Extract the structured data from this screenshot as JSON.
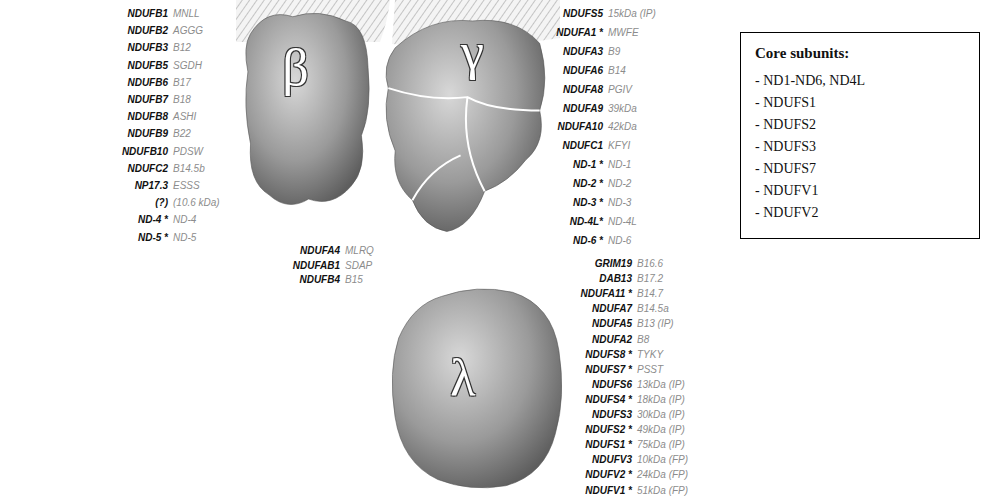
{
  "diagram": {
    "nodes": [
      {
        "text": [
          "β"
        ]
      },
      {
        "text": [
          "γ"
        ]
      },
      {
        "text": [
          "λ"
        ]
      },
      {
        "text": [
          "Core subunits:",
          "- ND1-ND6, ND4L",
          "- NDUFS1",
          "- NDUFS2",
          "- NDUFS3",
          "- NDUFS7",
          "- NDUFV1",
          "- NDUFV2"
        ]
      }
    ],
    "labels": [
      "NDUFB1",
      "MNLL",
      "NDUFB2",
      "AGGG",
      "NDUFB3",
      "B12",
      "NDUFB5",
      "SGDH",
      "NDUFB6",
      "B17",
      "NDUFB7",
      "B18",
      "NDUFB8",
      "ASHI",
      "NDUFB9",
      "B22",
      "NDUFB10",
      "PDSW",
      "NDUFC2",
      "B14.5b",
      "NP17.3",
      "ESSS",
      "(?)",
      "(10.6 kDa)",
      "ND-4 *",
      "ND-4",
      "ND-5 *",
      "ND-5",
      "NDUFA4",
      "MLRQ",
      "NDUFAB1",
      "SDAP",
      "NDUFB4",
      "B15",
      "NDUFS5",
      "15kDa (IP)",
      "NDUFA1 *",
      "MWFE",
      "NDUFA3",
      "B9",
      "NDUFA6",
      "B14",
      "NDUFA8",
      "PGIV",
      "NDUFA9",
      "39kDa",
      "NDUFA10",
      "42kDa",
      "NDUFC1",
      "KFYI",
      "ND-1 *",
      "ND-1",
      "ND-2 *",
      "ND-2",
      "ND-3 *",
      "ND-3",
      "ND-4L*",
      "ND-4L",
      "ND-6 *",
      "ND-6",
      "GRIM19",
      "B16.6",
      "DAB13",
      "B17.2",
      "NDUFA11 *",
      "B14.7",
      "NDUFA7",
      "B14.5a",
      "NDUFA5",
      "B13 (IP)",
      "NDUFA2",
      "B8",
      "NDUFS8 *",
      "TYKY",
      "NDUFS7 *",
      "PSST",
      "NDUFS6",
      "13kDa (IP)",
      "NDUFS4 *",
      "18kDa (IP)",
      "NDUFS3",
      "30kDa (IP)",
      "NDUFS2 *",
      "49kDa (IP)",
      "NDUFS1 *",
      "75kDa (IP)",
      "NDUFV3",
      "10kDa (FP)",
      "NDUFV2 *",
      "24kDa (FP)",
      "NDUFV1 *",
      "51kDa (FP)"
    ]
  }
}
